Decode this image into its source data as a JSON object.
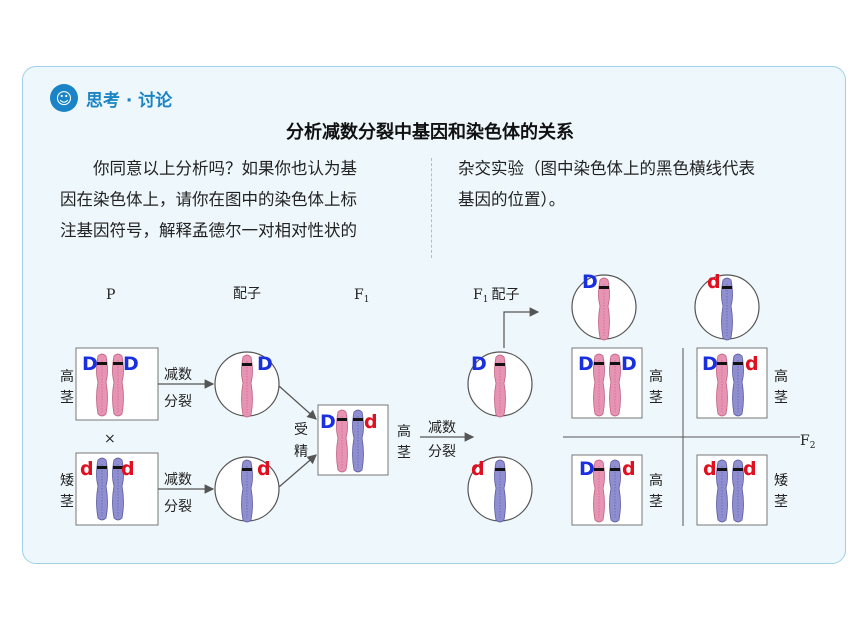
{
  "header": {
    "badge_icon": "lightbulb-head-icon",
    "badge_title": "思考 · 讨论",
    "title": "分析减数分裂中基因和染色体的关系"
  },
  "text": {
    "left": "　　你同意以上分析吗？如果你也认为基\n因在染色体上，请你在图中的染色体上标\n注基因符号，解释孟德尔一对相对性状的",
    "right": "杂交实验（图中染色体上的黑色横线代表\n基因的位置）。"
  },
  "labels": {
    "p": "P",
    "gamete": "配子",
    "f1": "F",
    "f1_sub": "1",
    "f1_gamete_prefix": "F",
    "f1_gamete_sub": "1",
    "f1_gamete_word": "配子",
    "f2": "F",
    "f2_sub": "2",
    "tall_1": "高",
    "tall_2": "茎",
    "short_1": "矮",
    "short_2": "茎",
    "meiosis_1": "减数",
    "meiosis_2": "分裂",
    "fert_1": "受",
    "fert_2": "精",
    "cross": "×"
  },
  "genes": {
    "D": "D",
    "d": "d"
  },
  "colors": {
    "dominant": "#1a2fe0",
    "recessive": "#e01020",
    "pink_chromosome": "#e793b3",
    "blue_chromosome": "#8e8ed0",
    "accent": "#1b84c6"
  }
}
